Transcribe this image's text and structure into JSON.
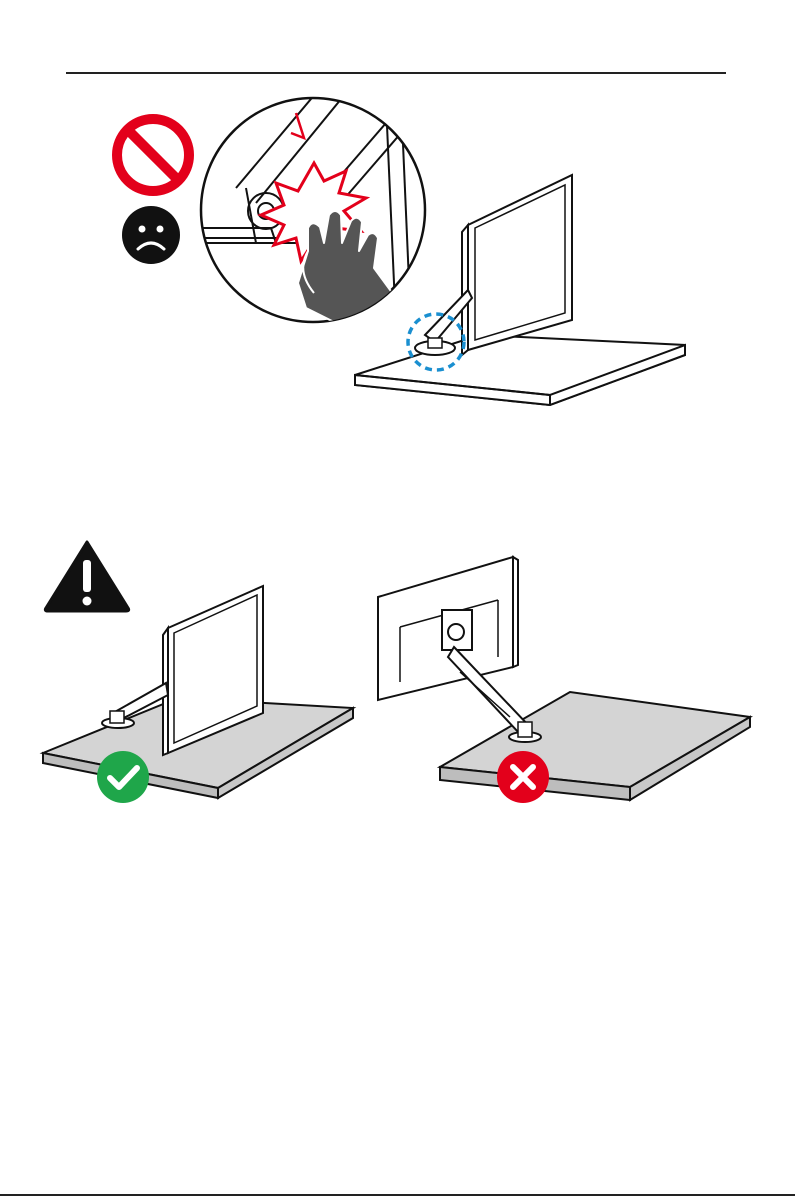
{
  "page": {
    "top_rule": "horizontal-rule",
    "bottom_rule": "horizontal-rule"
  },
  "illustration_pinch": {
    "prohibited_icon": "prohibited-sign-icon",
    "sad_face_icon": "sad-face-icon",
    "magnifier_icon": "zoom-callout-circle",
    "hand_icon": "hand-icon",
    "pinch_point_icon": "pinch-burst-icon",
    "colors": {
      "prohibit_red": "#e3001b",
      "callout_blue": "#1a8fd0",
      "burst_red": "#e3001b"
    }
  },
  "illustration_orientation": {
    "warning_icon": "warning-triangle-icon",
    "correct_icon": "check-circle-icon",
    "wrong_icon": "cross-circle-icon",
    "colors": {
      "correct_green": "#1fa64a",
      "wrong_red": "#e3001b",
      "desk_gray": "#d4d4d4"
    }
  }
}
